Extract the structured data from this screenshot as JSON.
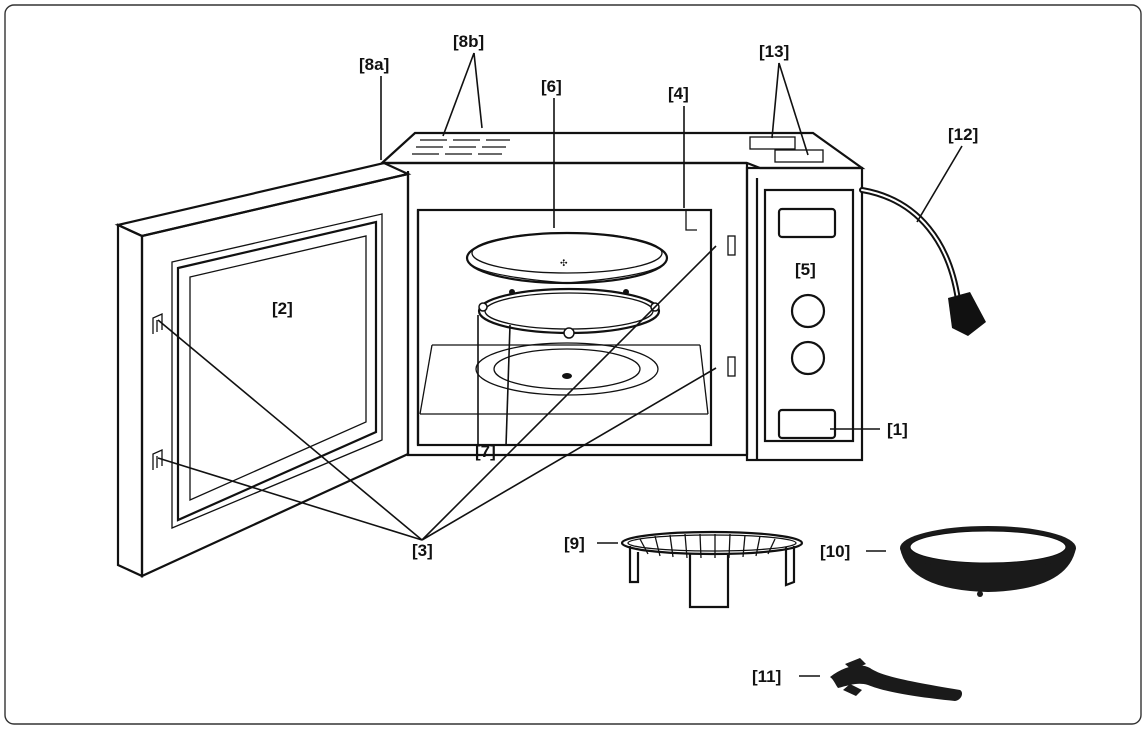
{
  "labels": {
    "control_panel_button": "[1]",
    "door_window": "[2]",
    "door_latches": "[3]",
    "cavity_mark": "[4]",
    "control_dials": "[5]",
    "turntable": "[6]",
    "roller_ring": "[7]",
    "vent_side": "[8a]",
    "vent_top": "[8b]",
    "grill_rack": "[9]",
    "crisp_pan": "[10]",
    "pan_handle": "[11]",
    "power_cord": "[12]",
    "top_panels": "[13]"
  },
  "colors": {
    "ink": "#111111",
    "background": "#ffffff",
    "accessory_fill": "#1a1a1a"
  }
}
